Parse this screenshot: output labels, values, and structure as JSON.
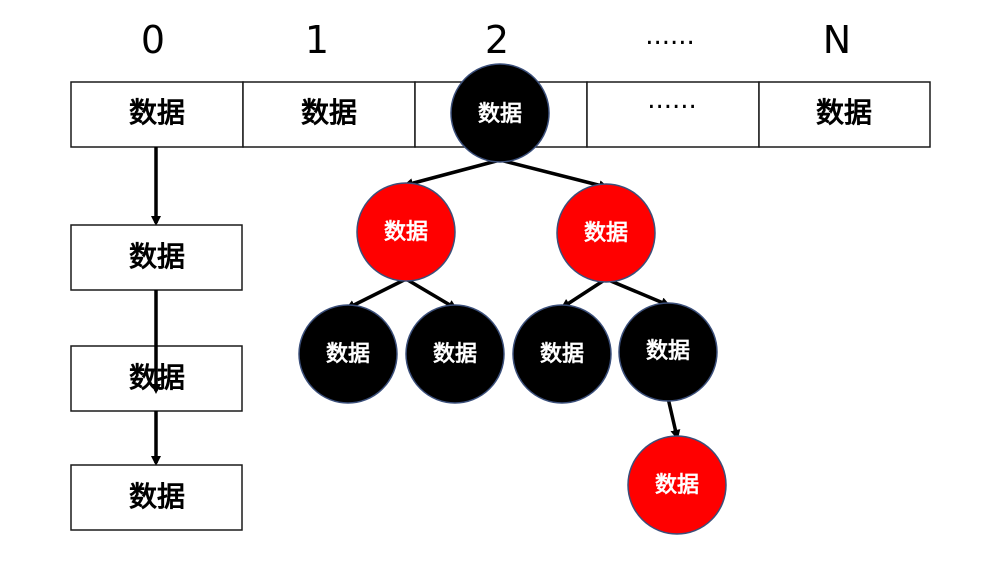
{
  "indices": [
    "0",
    "1",
    "2",
    "......",
    "N"
  ],
  "array_cells": [
    "数据",
    "数据",
    "",
    "......",
    "数据"
  ],
  "list_nodes": [
    "数据",
    "数据",
    "数据"
  ],
  "tree": {
    "root": {
      "label": "数据",
      "color": "black"
    },
    "level1": [
      {
        "label": "数据",
        "color": "red"
      },
      {
        "label": "数据",
        "color": "red"
      }
    ],
    "level2": [
      {
        "label": "数据",
        "color": "black"
      },
      {
        "label": "数据",
        "color": "black"
      },
      {
        "label": "数据",
        "color": "black"
      },
      {
        "label": "数据",
        "color": "black"
      }
    ],
    "level3": [
      {
        "label": "数据",
        "color": "red"
      }
    ]
  },
  "colors": {
    "black_node": "#000000",
    "red_node": "#ff0000",
    "node_border": "#3b4f7a"
  }
}
